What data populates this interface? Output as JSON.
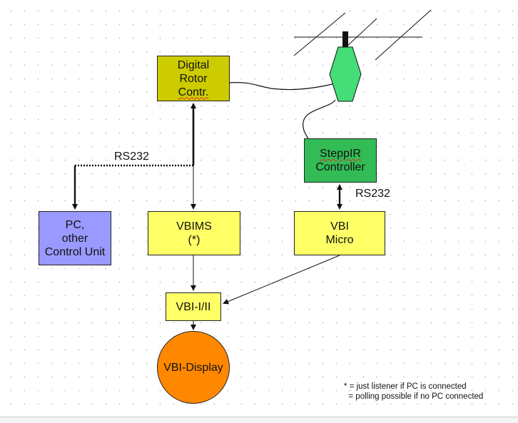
{
  "boxes": {
    "rotor": [
      "Digital",
      "Rotor",
      "Contr."
    ],
    "steppir": [
      "SteppIR",
      "Controller"
    ],
    "pc": [
      "PC,",
      "other",
      "Control Unit"
    ],
    "vbims": [
      "VBIMS",
      "(*)"
    ],
    "vbi_micro": [
      "VBI",
      "Micro"
    ],
    "vbi_i_ii": "VBI-I/II",
    "display": "VBI-Display"
  },
  "labels": {
    "rs232_left": "RS232",
    "rs232_right": "RS232"
  },
  "notes": {
    "line1": "* = just listener if PC is connected",
    "line2": "= polling possible if no PC connected"
  },
  "colors": {
    "rotor": "#cccc00",
    "steppir": "#33bb55",
    "pc": "#9999ff",
    "vbi_boxes": "#ffff66",
    "display": "#ff8800",
    "antenna": "#44dd77"
  },
  "icons": {
    "antenna": "antenna-icon"
  }
}
